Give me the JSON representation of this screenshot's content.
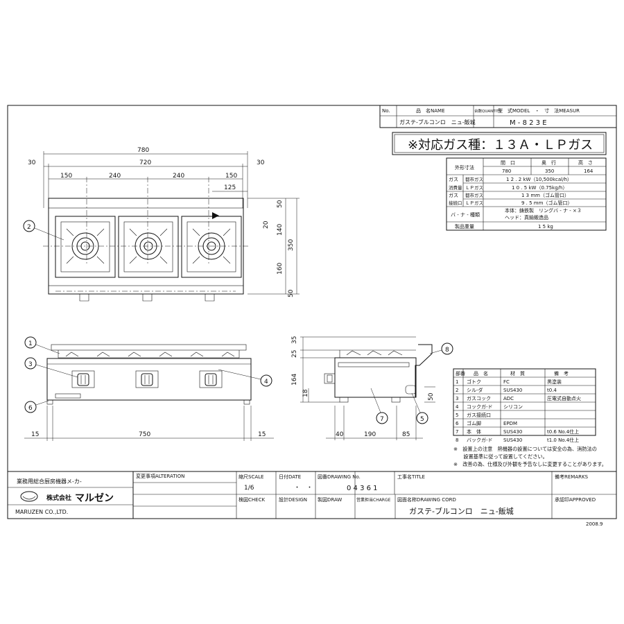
{
  "title_block_top": {
    "col_no": "No.",
    "col_name": "品　名NAME",
    "col_qty": "台数QUANTITY",
    "col_model": "型　式MODEL　・　寸　法MEASUR",
    "product_name": "ガステ-ブルコンロ　ニュ-飯城",
    "model": "M - 8 2 3 E"
  },
  "gas_type_banner": "※対応ガス種：１３Ａ・ＬＰガス",
  "spec_table": {
    "outer_dim_label": "外形寸法",
    "dim_headers": [
      "間　口",
      "奥　行",
      "高　さ"
    ],
    "dim_values": [
      "780",
      "350",
      "164"
    ],
    "gas_consumption_label": "ガス\n消費量",
    "city_gas": "都市ガス",
    "lp_gas": "ＬＰガス",
    "consumption_city": "1 2 . 2 kW（10,500kcal/h）",
    "consumption_lp": "1 0 . 5 kW（0.75kg/h）",
    "connection_label": "ガス\n接続口",
    "connection_city": "1 3 mm（ゴム管口）",
    "connection_lp": "9 . 5 mm（ゴム管口）",
    "burner_label": "バ - ナ - 種類",
    "burner_line1": "本体：鋳鉄製　リングバ - ナ - ×３",
    "burner_line2": "ヘッド：真鍮鍛造品",
    "weight_label": "製品重量",
    "weight_value": "1 5 kg"
  },
  "parts_table": {
    "headers": [
      "部番",
      "品　名",
      "材　質",
      "備　考"
    ],
    "rows": [
      [
        "1",
        "ゴトク",
        "FC",
        "黒塗装"
      ],
      [
        "2",
        "シル-ダ",
        "SUS430",
        "t0.4"
      ],
      [
        "3",
        "ガスコック",
        "ADC",
        "圧電式自動点火"
      ],
      [
        "4",
        "コックガ-ド",
        "シリコン",
        ""
      ],
      [
        "5",
        "ガス接続口",
        "",
        ""
      ],
      [
        "6",
        "ゴム脚",
        "EPDM",
        ""
      ],
      [
        "7",
        "本　体",
        "SUS430",
        "t0.6 No.4仕上"
      ],
      [
        "8",
        "バックガ-ド",
        "SUS430",
        "t1.0 No.4仕上"
      ]
    ]
  },
  "notes": [
    "※　設置上の注意　熱機器の設置については安全の為、消防法の",
    "　　設置基準に従って設置してください。",
    "※　改善の為、仕様及び外観を予告なしに変更することがあります。"
  ],
  "top_view_dims": {
    "overall": "780",
    "inner": "720",
    "side_left": "30",
    "side_right": "30",
    "segments": [
      "150",
      "240",
      "240",
      "150"
    ],
    "right_offset": "125",
    "depth_total": "350",
    "depth_top": "50",
    "depth_mid": "20",
    "depth_140": "140",
    "depth_160": "160",
    "depth_bottom": "50"
  },
  "front_view_dims": {
    "left": "15",
    "width": "750",
    "right": "15"
  },
  "side_view_dims": {
    "top_35": "35",
    "h_25": "25",
    "h_164": "164",
    "h_18": "18",
    "h_50": "50",
    "w_40": "40",
    "w_190": "190",
    "w_85": "85"
  },
  "callouts": [
    "1",
    "2",
    "3",
    "4",
    "5",
    "6",
    "7",
    "8"
  ],
  "bottom_block": {
    "company_tagline": "業務用総合厨房機器メ-カ-",
    "company_name_prefix": "株式会社",
    "company_name_brand": "マルゼン",
    "company_en": "MARUZEN CO.,LTD.",
    "alteration_label": "変更事項ALTERATION",
    "scale_label": "縮尺SCALE",
    "scale_value": "1/6",
    "date_label": "日付DATE",
    "date_value": "・　・",
    "drawing_no_label": "図番DRAWING No.",
    "drawing_no_value": "0 4 3 6 1",
    "title_label": "工事名TITLE",
    "remarks_label": "備考REMARKS",
    "check_label": "検図CHECK",
    "design_label": "設計DESIGN",
    "draw_label": "製図DRAW",
    "charge_label": "営業担当CHARGE",
    "drawing_cord_label": "図面名称DRAWING CORD",
    "drawing_cord_value": "ガステ-ブルコンロ　ニュ-飯城",
    "approved_label": "承認印APPROVED"
  },
  "footer_date": "2008.9"
}
